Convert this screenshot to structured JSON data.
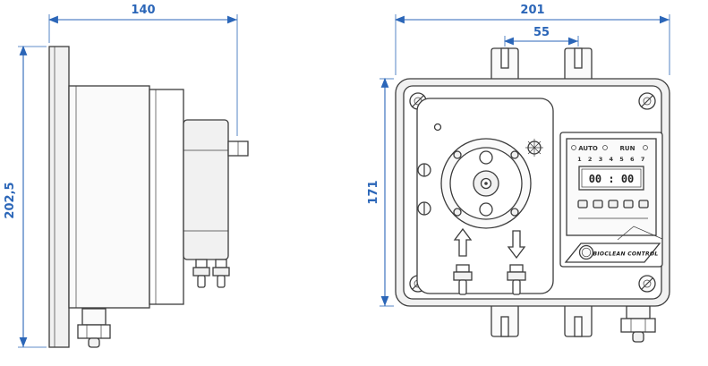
{
  "colors": {
    "dimension_blue": "#2b66b8",
    "line_dark": "#3c3c3c"
  },
  "dimensions": {
    "side_width": "140",
    "side_height": "202,5",
    "front_width": "201",
    "front_height": "171",
    "bracket_pitch": "55"
  },
  "panel": {
    "mode_auto": "AUTO",
    "mode_run": "RUN",
    "days": "1 2 3 4 5 6 7",
    "time": "00 : 00",
    "brand": "BIOCLEAN CONTROL"
  }
}
